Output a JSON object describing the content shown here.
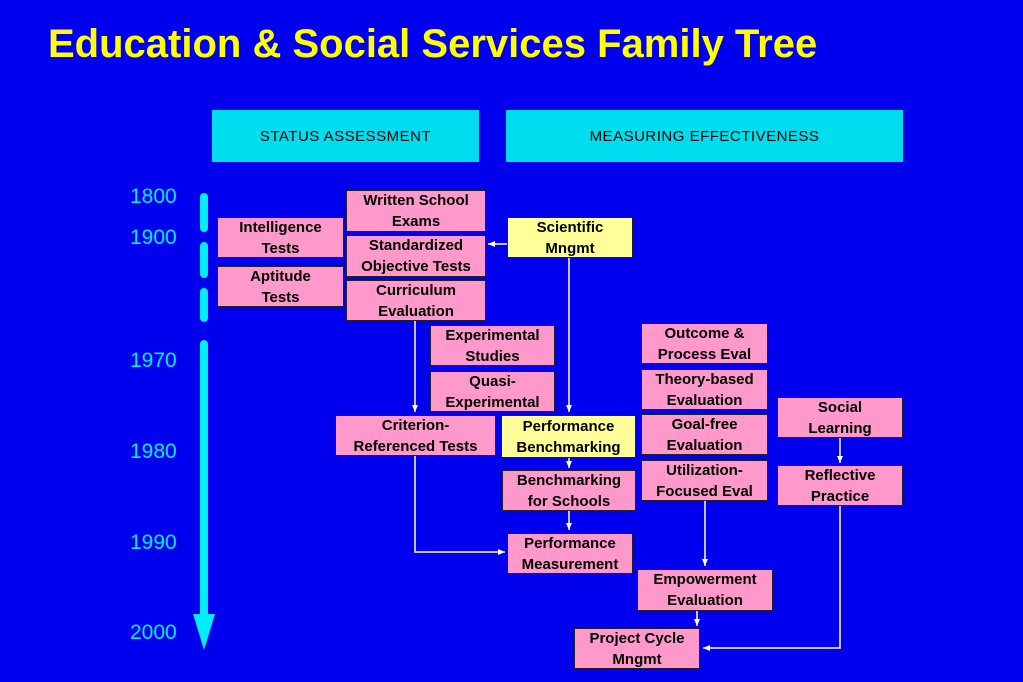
{
  "title": "Education & Social Services Family Tree",
  "headers": {
    "status": "STATUS ASSESSMENT",
    "measuring": "MEASURING EFFECTIVENESS"
  },
  "years": [
    "1800",
    "1900",
    "1970",
    "1980",
    "1990",
    "2000"
  ],
  "nodes": {
    "written_school_exams": "Written School\nExams",
    "standardized_objective_tests": "Standardized\nObjective Tests",
    "curriculum_evaluation": "Curriculum\nEvaluation",
    "intelligence_tests": "Intelligence\nTests",
    "aptitude_tests": "Aptitude\nTests",
    "scientific_mngmt": "Scientific\nMngmt",
    "experimental_studies": "Experimental\nStudies",
    "quasi_experimental": "Quasi-\nExperimental",
    "criterion_referenced_tests": "Criterion-\nReferenced Tests",
    "performance_benchmarking": "Performance\nBenchmarking",
    "benchmarking_for_schools": "Benchmarking\nfor Schools",
    "performance_measurement": "Performance\nMeasurement",
    "outcome_process_eval": "Outcome &\nProcess Eval",
    "theory_based_evaluation": "Theory-based\nEvaluation",
    "goal_free_evaluation": "Goal-free\nEvaluation",
    "utilization_focused_eval": "Utilization-\nFocused Eval",
    "empowerment_evaluation": "Empowerment\nEvaluation",
    "social_learning": "Social\nLearning",
    "reflective_practice": "Reflective\nPractice",
    "project_cycle_mngmt": "Project Cycle\nMngmt"
  },
  "colors": {
    "background": "#0000ee",
    "title": "#ffff00",
    "header": "#00ddee",
    "timeline": "#00eeff",
    "node_pink": "#ff99cc",
    "node_yellow": "#ffff99",
    "connector": "#ffffff"
  }
}
